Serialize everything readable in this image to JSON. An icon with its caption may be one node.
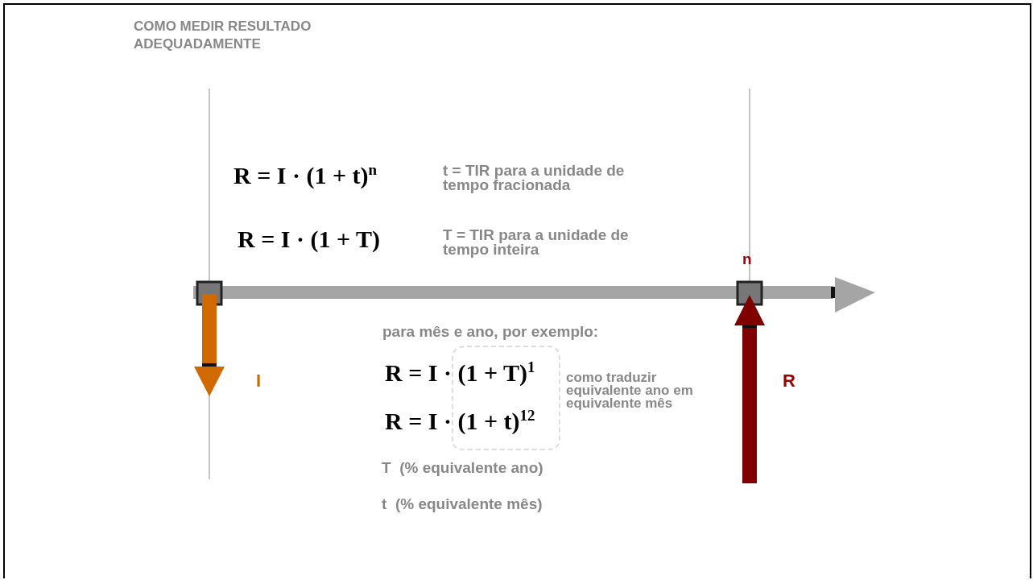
{
  "diagram": {
    "title": "COMO MEDIR RESULTADO ADEQUADAMENTE",
    "nodes": [
      {
        "text": [],
        "shape": "box"
      }
    ],
    "labels": [
      "R = I · (1 + t)$^{n}$",
      "t = TIR para a unidade de tempo fracionada",
      "R = I · (1 + T)",
      "T = TIR para a unidade de tempo inteira",
      "n",
      "para mês e ano, por exemplo:",
      "R = I · (1 + T)$^{1}$",
      "I",
      "como traduzir equivalente ano em equivalente mês",
      "R",
      "R = I · (1 + t)$^{12}$",
      "T  (% equivalente ano)",
      "t  (% equivalente mês)"
    ]
  }
}
